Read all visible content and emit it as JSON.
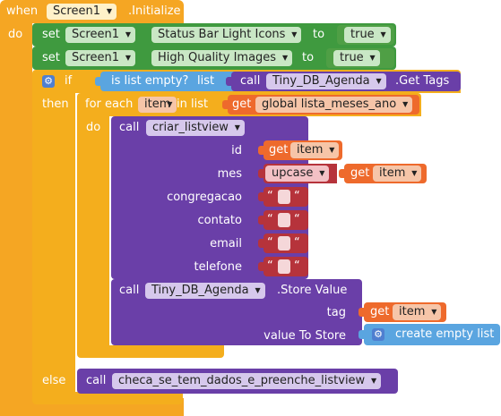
{
  "event": {
    "when": "when",
    "component": "Screen1",
    "event_name": ".Initialize",
    "do": "do"
  },
  "set1": {
    "set": "set",
    "component": "Screen1",
    "dot": ".",
    "property": "Status Bar Light Icons",
    "to": "to",
    "value": "true"
  },
  "set2": {
    "set": "set",
    "component": "Screen1",
    "dot": ".",
    "property": "High Quality Images",
    "to": "to",
    "value": "true"
  },
  "if_block": {
    "if": "if",
    "then": "then",
    "else": "else"
  },
  "is_list_empty": {
    "label": "is list empty?",
    "list_label": "list"
  },
  "get_tags": {
    "call": "call",
    "component": "Tiny_DB_Agenda",
    "method": ".Get Tags"
  },
  "foreach": {
    "label": "for each",
    "var": "item",
    "in_list": "in list",
    "do": "do"
  },
  "get_global": {
    "get": "get",
    "var": "global lista_meses_ano"
  },
  "criar": {
    "call": "call",
    "proc": "criar_listview",
    "params": [
      "id",
      "mes",
      "congregacao",
      "contato",
      "email",
      "telefone"
    ]
  },
  "get_item": {
    "get": "get",
    "var": "item"
  },
  "upcase": {
    "label": "upcase"
  },
  "quote_char": "“",
  "store_value": {
    "call": "call",
    "component": "Tiny_DB_Agenda",
    "method": ".Store Value",
    "tag_label": "tag",
    "value_label": "value To Store"
  },
  "create_empty_list": {
    "label": "create empty list"
  },
  "checa": {
    "call": "call",
    "proc": "checa_se_tem_dados_e_preenche_listview"
  }
}
